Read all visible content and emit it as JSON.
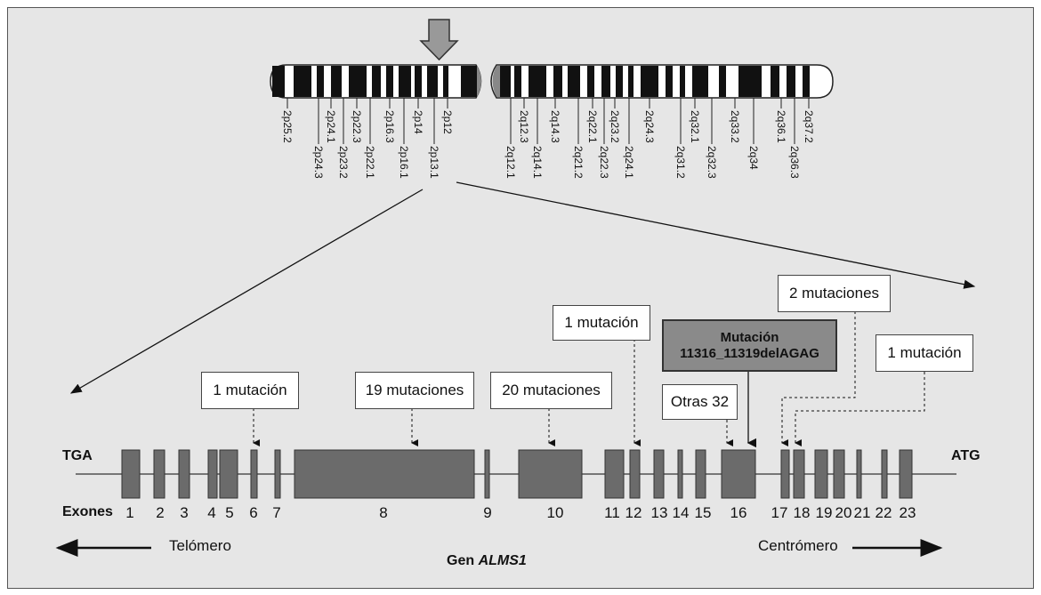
{
  "chromosome": {
    "p_bands": [
      "2p25.2",
      "2p24.3",
      "2p24.1",
      "2p23.2",
      "2p22.3",
      "2p22.1",
      "2p16.3",
      "2p16.1",
      "2p14",
      "2p13.1",
      "2p12"
    ],
    "q_bands": [
      "2q12.1",
      "2q12.3",
      "2q14.1",
      "2q14.3",
      "2q21.2",
      "2q22.1",
      "2q22.3",
      "2q23.2",
      "2q24.1",
      "2q24.3",
      "2q31.2",
      "2q32.1",
      "2q32.3",
      "2q33.2",
      "2q34",
      "2q36.1",
      "2q36.3",
      "2q37.2"
    ]
  },
  "gene": {
    "left_end": "TGA",
    "right_end": "ATG",
    "exons_label": "Exones",
    "exon_numbers": [
      "1",
      "2",
      "3",
      "4",
      "5",
      "6",
      "7",
      "8",
      "9",
      "10",
      "11",
      "12",
      "13",
      "14",
      "15",
      "16",
      "17",
      "18",
      "19",
      "20",
      "21",
      "22",
      "23"
    ],
    "title_prefix": "Gen",
    "title_gene": "ALMS1",
    "telomere": "Telómero",
    "centromere": "Centrómero"
  },
  "mutations": {
    "exon6": "1 mutación",
    "exon8": "19 mutaciones",
    "exon10": "20 mutaciones",
    "exon12": "1 mutación",
    "exon16_main_line1": "Mutación",
    "exon16_main_line2": "11316_11319delAGAG",
    "exon16_other": "Otras 32",
    "exon17_18": "2 mutaciones",
    "exon18": "1 mutación"
  }
}
